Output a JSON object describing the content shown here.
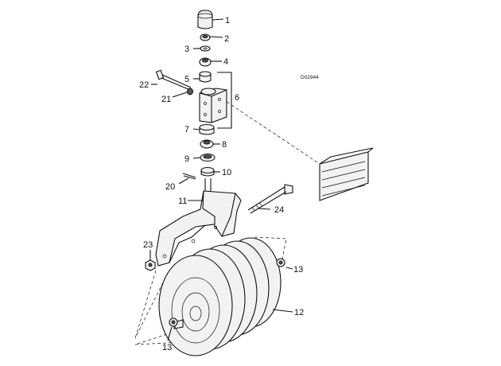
{
  "diagram": {
    "drawing_code": "D02944",
    "callouts": [
      {
        "id": "c1",
        "label": "1"
      },
      {
        "id": "c2",
        "label": "2"
      },
      {
        "id": "c3",
        "label": "3"
      },
      {
        "id": "c4",
        "label": "4"
      },
      {
        "id": "c5",
        "label": "5"
      },
      {
        "id": "c6",
        "label": "6"
      },
      {
        "id": "c7",
        "label": "7"
      },
      {
        "id": "c8",
        "label": "8"
      },
      {
        "id": "c9",
        "label": "9"
      },
      {
        "id": "c10",
        "label": "10"
      },
      {
        "id": "c11",
        "label": "11"
      },
      {
        "id": "c12",
        "label": "12"
      },
      {
        "id": "c13a",
        "label": "13"
      },
      {
        "id": "c13b",
        "label": "13"
      },
      {
        "id": "c20",
        "label": "20"
      },
      {
        "id": "c21",
        "label": "21"
      },
      {
        "id": "c22",
        "label": "22"
      },
      {
        "id": "c23",
        "label": "23"
      },
      {
        "id": "c24",
        "label": "24"
      }
    ]
  }
}
